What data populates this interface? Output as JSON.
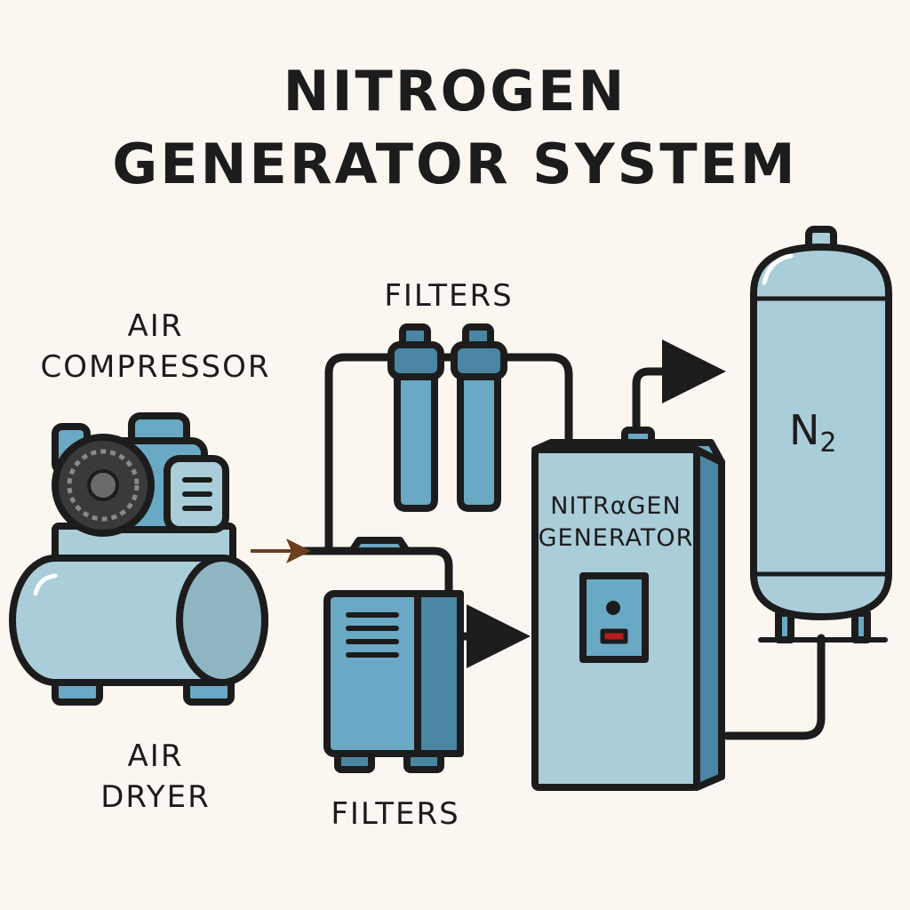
{
  "title": {
    "line1": "NITROGEN",
    "line2": "GENERATOR SYSTEM"
  },
  "labels": {
    "air_compressor": {
      "line1": "AIR",
      "line2": "COMPRESSOR"
    },
    "filters_top": "FILTERS",
    "air_dryer": {
      "line1": "AIR",
      "line2": "DRYER"
    },
    "filters_bottom": "FILTERS",
    "generator": {
      "line1": "NITRαGEN",
      "line2": "GENERATOR"
    },
    "tank_n": "N",
    "tank_sub": "2"
  },
  "colors": {
    "outline": "#1c1c1c",
    "light_blue": "#a9cdd9",
    "mid_blue": "#6aa9c4",
    "dark_blue": "#4a86a3",
    "arrow_brown": "#6b3e1e",
    "background": "#fbf6f0"
  }
}
